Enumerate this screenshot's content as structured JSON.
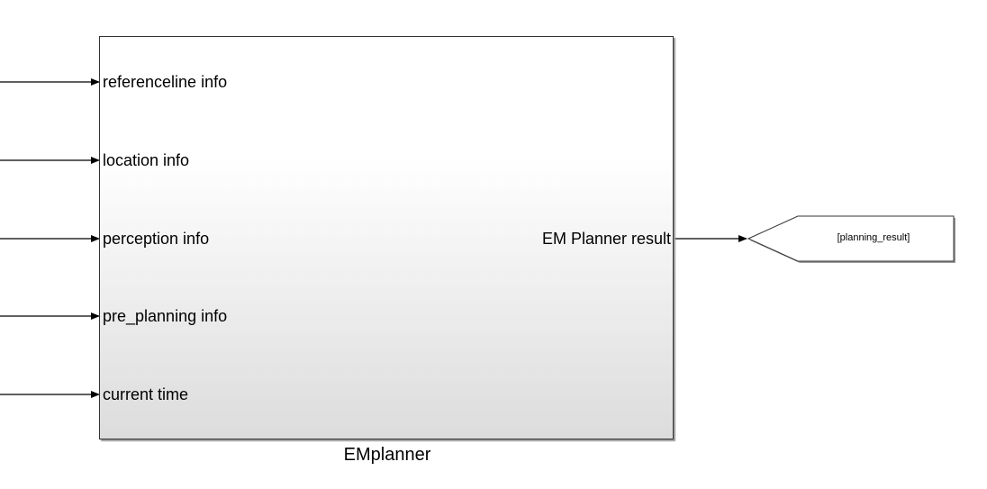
{
  "subsystem": {
    "name": "EMplanner",
    "inputs": [
      "referenceline info",
      "location info",
      "perception info",
      "pre_planning info",
      "current time"
    ],
    "output": "EM Planner result"
  },
  "goto_block": {
    "tag": "[planning_result]"
  },
  "colors": {
    "line": "#000000",
    "block_border": "#333333",
    "shadow": "#9a9a9a"
  }
}
